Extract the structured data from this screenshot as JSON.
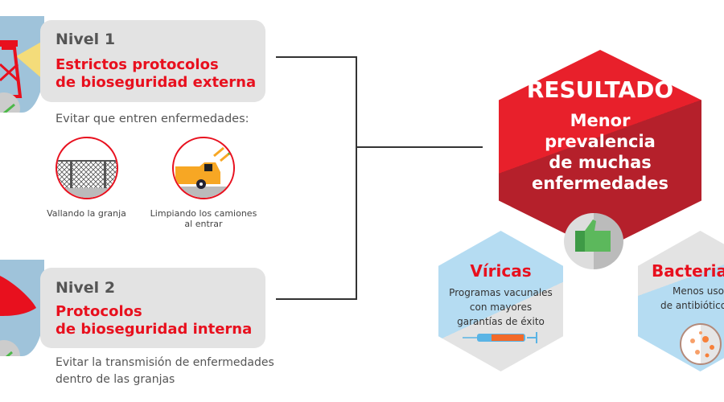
{
  "nivel1": {
    "label": "Nivel 1",
    "title_line1": "Estrictos protocolos",
    "title_line2": "de bioseguridad externa",
    "subtitle": "Evitar que entren enfermedades:",
    "items": [
      {
        "caption": "Vallando la granja"
      },
      {
        "caption_line1": "Limpiando los camiones",
        "caption_line2": "al entrar"
      }
    ]
  },
  "nivel2": {
    "label": "Nivel 2",
    "title_line1": "Protocolos",
    "title_line2": "de bioseguridad interna",
    "desc_line1": "Evitar la transmisión de enfermedades",
    "desc_line2": "dentro de las granjas"
  },
  "resultado": {
    "title": "RESULTADO",
    "line1": "Menor",
    "line2": "prevalencia",
    "line3": "de muchas",
    "line4": "enfermedades"
  },
  "viricas": {
    "title": "Víricas",
    "line1": "Programas vacunales",
    "line2": "con mayores",
    "line3": "garantías de éxito"
  },
  "bacterianas": {
    "title": "Bacterianas",
    "line1": "Menos uso",
    "line2": "de antibióticos"
  },
  "colors": {
    "red": "#e8101e",
    "dark_red": "#b5202b",
    "card": "#e3e3e3",
    "blue": "#b5dcf2"
  }
}
